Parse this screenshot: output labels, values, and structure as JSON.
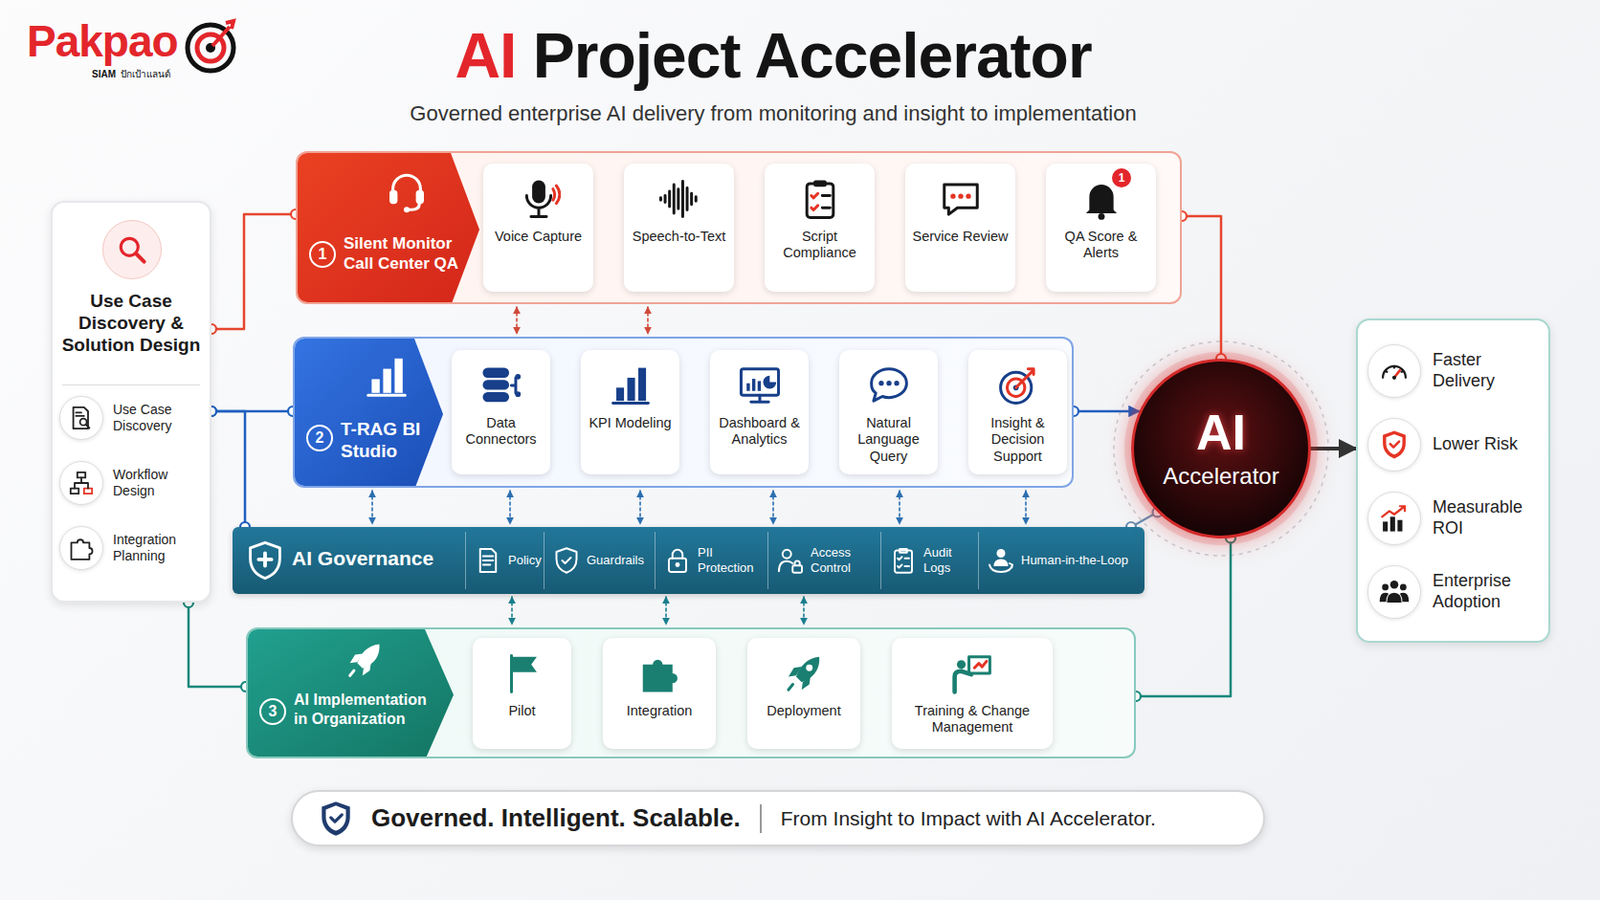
{
  "diagram": {
    "title": "AI Project Accelerator",
    "nodes": [
      {
        "text": [
          "Use Case Discovery & Solution Design"
        ]
      },
      {
        "text": [
          "Use Case Discovery"
        ],
        "in": 0
      },
      {
        "text": [
          "Workflow Design"
        ],
        "in": 0
      },
      {
        "text": [
          "Integration Planning"
        ],
        "in": 0
      },
      {
        "text": [
          "1",
          "Silent Monitor Call Center QA"
        ]
      },
      {
        "text": [
          "Voice Capture"
        ],
        "in": 4
      },
      {
        "text": [
          "Speech-to-Text"
        ],
        "in": 4
      },
      {
        "text": [
          "Script Compliance"
        ],
        "in": 4
      },
      {
        "text": [
          "Service Review"
        ],
        "in": 4
      },
      {
        "text": [
          "QA Score & Alerts"
        ],
        "in": 4
      },
      {
        "text": [
          "2",
          "T-RAG BI Studio"
        ]
      },
      {
        "text": [
          "Data Connectors"
        ],
        "in": 10
      },
      {
        "text": [
          "KPI Modeling"
        ],
        "in": 10
      },
      {
        "text": [
          "Dashboard & Analytics"
        ],
        "in": 10
      },
      {
        "text": [
          "Natural Language Query"
        ],
        "in": 10
      },
      {
        "text": [
          "Insight & Decision Support"
        ],
        "in": 10
      },
      {
        "text": [
          "AI Governance"
        ]
      },
      {
        "text": [
          "Policy"
        ],
        "in": 16
      },
      {
        "text": [
          "Guardrails"
        ],
        "in": 16
      },
      {
        "text": [
          "PII Protection"
        ],
        "in": 16
      },
      {
        "text": [
          "Access Control"
        ],
        "in": 16
      },
      {
        "text": [
          "Audit Logs"
        ],
        "in": 16
      },
      {
        "text": [
          "Human-in-the-Loop"
        ],
        "in": 16
      },
      {
        "text": [
          "3",
          "AI Implementation in Organization"
        ]
      },
      {
        "text": [
          "Pilot"
        ],
        "in": 23
      },
      {
        "text": [
          "Integration"
        ],
        "in": 23
      },
      {
        "text": [
          "Deployment"
        ],
        "in": 23
      },
      {
        "text": [
          "Training & Change Management"
        ],
        "in": 23
      },
      {
        "text": [
          "AI",
          "Accelerator"
        ]
      },
      {
        "text": []
      },
      {
        "text": [
          "Faster Delivery"
        ],
        "in": 29
      },
      {
        "text": [
          "Lower Risk"
        ],
        "in": 29
      },
      {
        "text": [
          "Measurable ROI"
        ],
        "in": 29
      },
      {
        "text": [
          "Enterprise Adoption"
        ],
        "in": 29
      },
      {
        "text": [
          "Governed. Intelligent. Scalable.",
          "From Insight to Impact with AI Accelerator."
        ]
      }
    ],
    "edges": [
      {
        "from": 5,
        "to": 6,
        "arrow": "to"
      },
      {
        "from": 6,
        "to": 7,
        "arrow": "to"
      },
      {
        "from": 7,
        "to": 8,
        "arrow": "to"
      },
      {
        "from": 8,
        "to": 9,
        "arrow": "to"
      },
      {
        "from": 11,
        "to": 12,
        "arrow": "to"
      },
      {
        "from": 12,
        "to": 13,
        "arrow": "to"
      },
      {
        "from": 13,
        "to": 14,
        "arrow": "to"
      },
      {
        "from": 14,
        "to": 15,
        "arrow": "to"
      },
      {
        "from": 24,
        "to": 25,
        "arrow": "to"
      },
      {
        "from": 25,
        "to": 26,
        "arrow": "to"
      },
      {
        "from": 26,
        "to": 27,
        "arrow": "to"
      },
      {
        "from": 0,
        "to": 4,
        "arrow": "none"
      },
      {
        "from": 0,
        "to": 10,
        "arrow": "none"
      },
      {
        "from": 0,
        "to": 16,
        "arrow": "none"
      },
      {
        "from": 0,
        "to": 23,
        "arrow": "none"
      },
      {
        "from": 4,
        "to": 28,
        "arrow": "none"
      },
      {
        "from": 10,
        "to": 28,
        "arrow": "to"
      },
      {
        "from": 16,
        "to": 28,
        "arrow": "none"
      },
      {
        "from": 23,
        "to": 28,
        "arrow": "none"
      },
      {
        "from": 28,
        "to": 29,
        "arrow": "to"
      },
      {
        "from": 4,
        "to": 10,
        "arrow": "both"
      },
      {
        "from": 4,
        "to": 10,
        "arrow": "both"
      },
      {
        "from": 10,
        "to": 16,
        "arrow": "both"
      },
      {
        "from": 10,
        "to": 16,
        "arrow": "both"
      },
      {
        "from": 10,
        "to": 16,
        "arrow": "both"
      },
      {
        "from": 10,
        "to": 16,
        "arrow": "both"
      },
      {
        "from": 10,
        "to": 16,
        "arrow": "both"
      },
      {
        "from": 10,
        "to": 16,
        "arrow": "both"
      },
      {
        "from": 16,
        "to": 23,
        "arrow": "both"
      },
      {
        "from": 16,
        "to": 23,
        "arrow": "both"
      },
      {
        "from": 16,
        "to": 23,
        "arrow": "both"
      }
    ],
    "labels": [
      "Pakpao",
      "SIAM",
      "ปักเป้าแลนด์",
      "Governed enterprise AI delivery from monitoring and insight to implementation",
      "1"
    ]
  }
}
